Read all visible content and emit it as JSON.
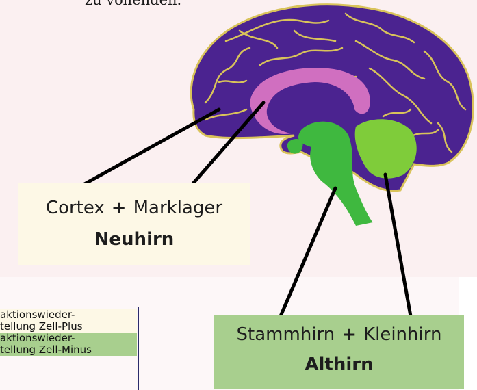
{
  "top_text": "zu vollenden.",
  "callouts": {
    "neuhirn": {
      "part_a": "Cortex",
      "plus": "+",
      "part_b": "Marklager",
      "title": "Neuhirn"
    },
    "althirn": {
      "part_a": "Stammhirn",
      "plus": "+",
      "part_b": "Kleinhirn",
      "title": "Althirn"
    }
  },
  "legend": {
    "plus": {
      "line1": "aktionswieder-",
      "line2": "tellung Zell-Plus"
    },
    "minus": {
      "line1": "aktionswieder-",
      "line2": "tellung Zell-Minus"
    }
  },
  "colors": {
    "cortex_fill": "#4b2390",
    "gyri_lines": "#d9c35a",
    "marklager": "#d06fc0",
    "stammhirn": "#3fb83f",
    "kleinhirn": "#7fcc3a",
    "neuhirn_box": "#fdf8e6",
    "althirn_box": "#a8cf8e"
  }
}
